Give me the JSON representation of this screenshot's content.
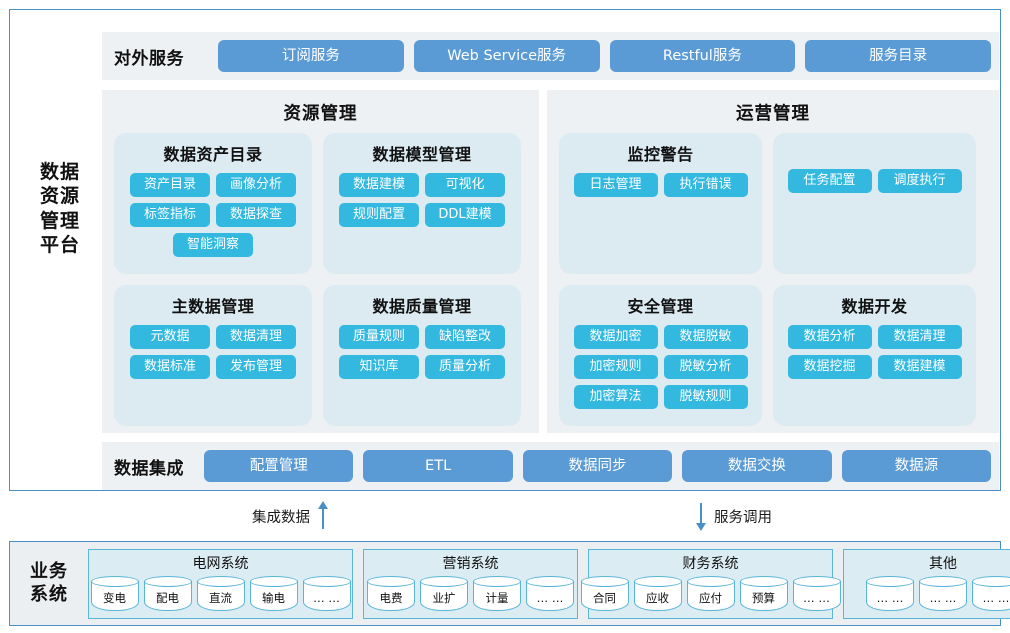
{
  "platform": {
    "label": "数据资源管理平台",
    "label_lines": [
      "数据",
      "资源",
      "管理",
      "平台"
    ],
    "services_row": {
      "title": "对外服务",
      "buttons": [
        "订阅服务",
        "Web Service服务",
        "Restful服务",
        "服务目录"
      ]
    },
    "panels": [
      {
        "title": "资源管理",
        "cards": [
          {
            "title": "数据资产目录",
            "chips": [
              "资产目录",
              "画像分析",
              "标签指标",
              "数据探查",
              "智能洞察"
            ]
          },
          {
            "title": "数据模型管理",
            "chips": [
              "数据建模",
              "可视化",
              "规则配置",
              "DDL建模"
            ]
          },
          {
            "title": "主数据管理",
            "chips": [
              "元数据",
              "数据清理",
              "数据标准",
              "发布管理"
            ]
          },
          {
            "title": "数据质量管理",
            "chips": [
              "质量规则",
              "缺陷整改",
              "知识库",
              "质量分析"
            ]
          }
        ]
      },
      {
        "title": "运营管理",
        "cards": [
          {
            "title": "监控警告",
            "chips": [
              "日志管理",
              "执行错误"
            ]
          },
          {
            "title": "",
            "chips": [
              "任务配置",
              "调度执行"
            ]
          },
          {
            "title": "安全管理",
            "chips": [
              "数据加密",
              "数据脱敏",
              "加密规则",
              "脱敏分析",
              "加密算法",
              "脱敏规则"
            ]
          },
          {
            "title": "数据开发",
            "chips": [
              "数据分析",
              "数据清理",
              "数据挖掘",
              "数据建模"
            ]
          }
        ]
      }
    ],
    "integration_row": {
      "title": "数据集成",
      "buttons": [
        "配置管理",
        "ETL",
        "数据同步",
        "数据交换",
        "数据源"
      ]
    }
  },
  "connectors": [
    {
      "label": "集成数据",
      "direction": "up"
    },
    {
      "label": "服务调用",
      "direction": "down"
    }
  ],
  "business": {
    "label": "业务系统",
    "label_lines": [
      "业务",
      "系统"
    ],
    "groups": [
      {
        "title": "电网系统",
        "items": [
          "变电",
          "配电",
          "直流",
          "输电",
          "… …"
        ]
      },
      {
        "title": "营销系统",
        "items": [
          "电费",
          "业扩",
          "计量",
          "… …"
        ]
      },
      {
        "title": "财务系统",
        "items": [
          "合同",
          "应收",
          "应付",
          "预算",
          "… …"
        ]
      },
      {
        "title": "其他",
        "items": [
          "… …",
          "… …",
          "… …"
        ]
      }
    ]
  },
  "colors": {
    "frame_border": "#4a90c4",
    "band_bg": "#eef1f3",
    "service_button": "#5b9bd5",
    "chip": "#33b8e0",
    "subcard_bg": "#dcebf2",
    "business_group_bg": "#dcecf3",
    "business_frame_bg": "#eceff1"
  }
}
